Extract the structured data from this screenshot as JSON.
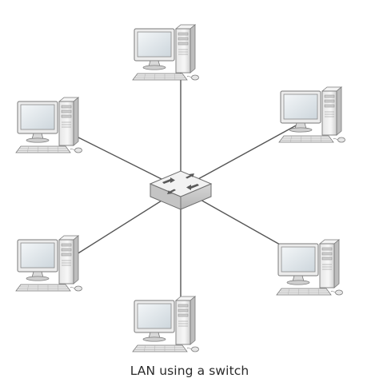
{
  "caption": "LAN using a switch",
  "colors": {
    "background": "#ffffff",
    "cable": "#555555",
    "device_light": "#f4f4f4",
    "device_mid": "#dcdcdc",
    "device_dark": "#a9a9a9",
    "outline": "#7a7a7a",
    "screen": "#dfe7ec"
  },
  "icons": {
    "hub": "network-switch-icon",
    "node": "desktop-computer-icon"
  },
  "diagram": {
    "hub": {
      "name": "network-switch"
    },
    "nodes": [
      {
        "name": "computer-top"
      },
      {
        "name": "computer-upper-left"
      },
      {
        "name": "computer-upper-right"
      },
      {
        "name": "computer-lower-left"
      },
      {
        "name": "computer-lower-right"
      },
      {
        "name": "computer-bottom"
      }
    ]
  }
}
